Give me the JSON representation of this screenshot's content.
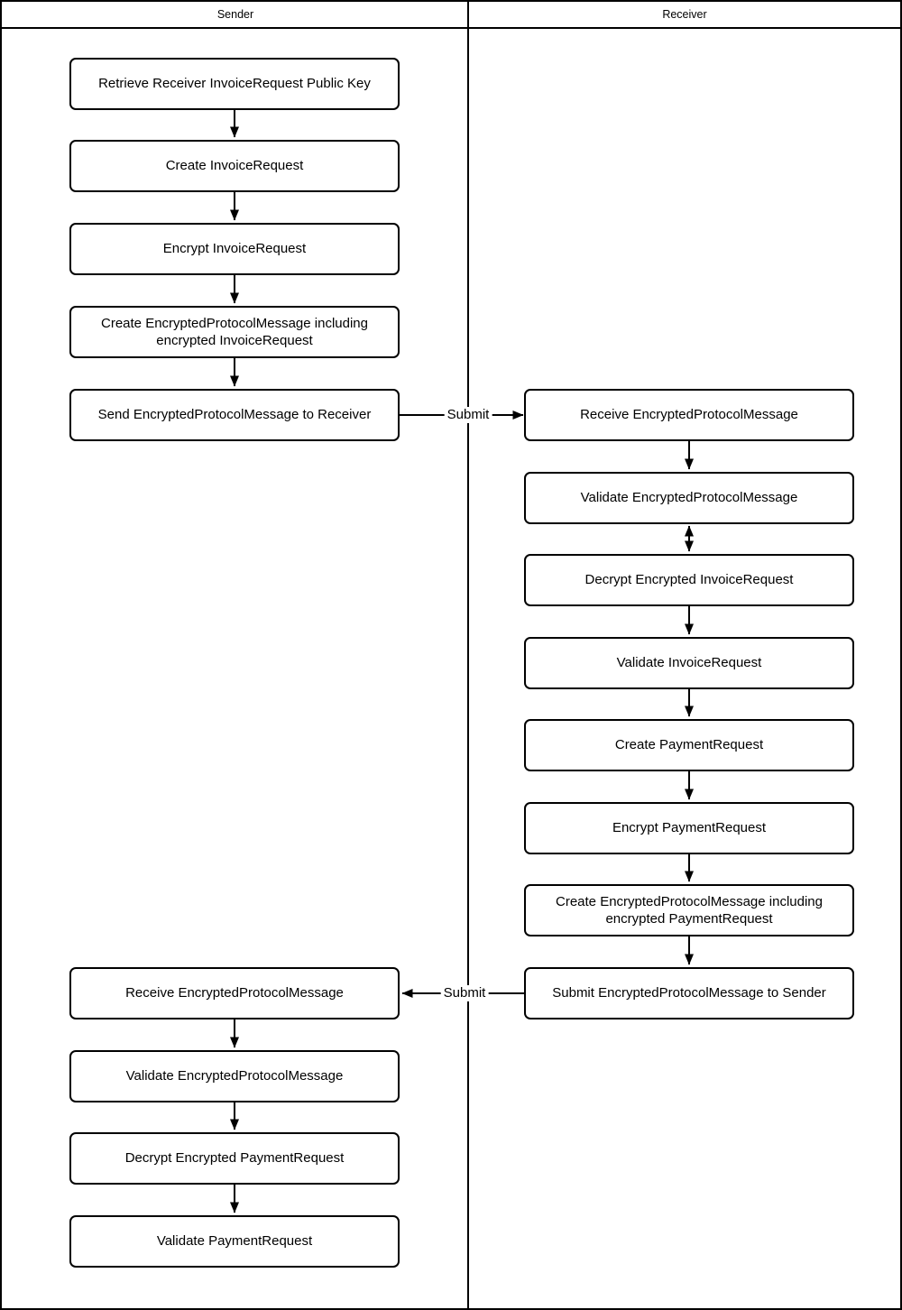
{
  "diagram": {
    "header": {
      "sender": "Sender",
      "receiver": "Receiver"
    },
    "sender_steps": [
      "Retrieve Receiver InvoiceRequest Public Key",
      "Create InvoiceRequest",
      "Encrypt InvoiceRequest",
      "Create EncryptedProtocolMessage including encrypted InvoiceRequest",
      "Send EncryptedProtocolMessage to Receiver",
      "Receive EncryptedProtocolMessage",
      "Validate EncryptedProtocolMessage",
      "Decrypt Encrypted PaymentRequest",
      "Validate PaymentRequest"
    ],
    "receiver_steps": [
      "Receive EncryptedProtocolMessage",
      "Validate EncryptedProtocolMessage",
      "Decrypt Encrypted InvoiceRequest",
      "Validate InvoiceRequest",
      "Create PaymentRequest",
      "Encrypt PaymentRequest",
      "Create EncryptedProtocolMessage including encrypted PaymentRequest",
      "Submit EncryptedProtocolMessage to Sender"
    ],
    "connectors": {
      "submit_forward_label": "Submit",
      "submit_return_label": "Submit"
    },
    "colors": {
      "line": "#000000",
      "background": "#ffffff"
    }
  }
}
